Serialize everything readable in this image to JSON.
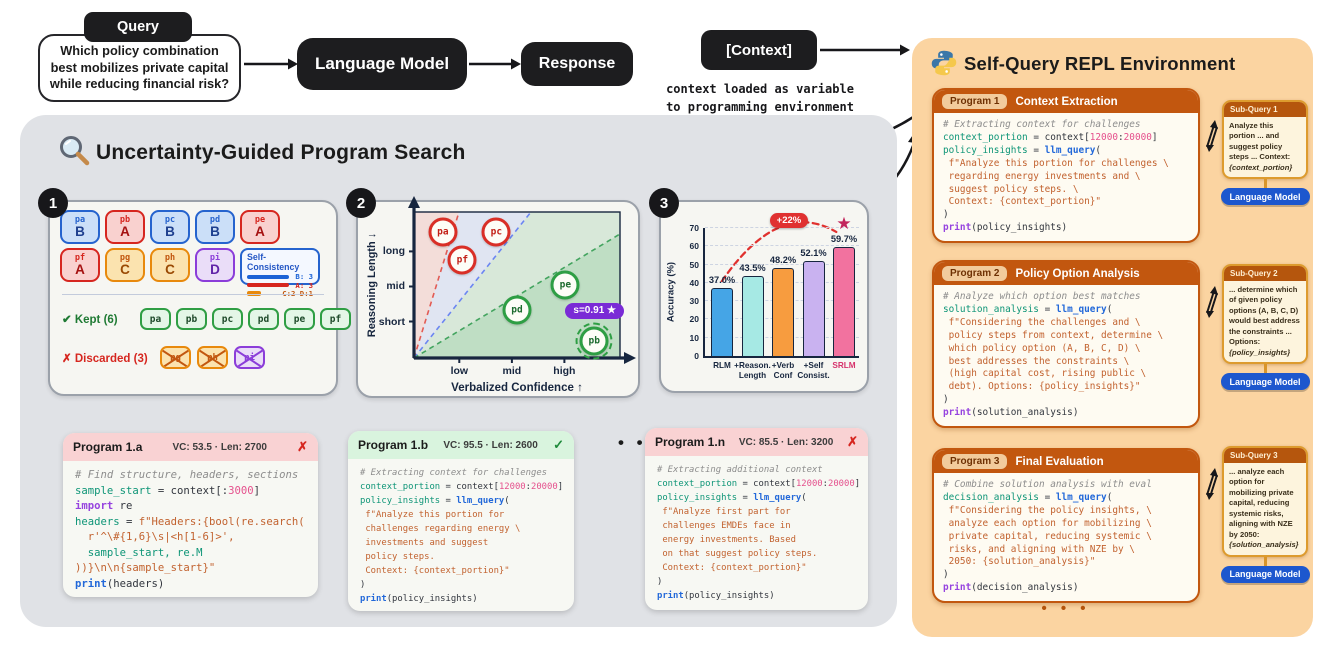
{
  "top": {
    "query_tab": "Query",
    "query_text": "Which policy combination best mobilizes private capital while reducing financial risk?",
    "lm_label": "Language Model",
    "response_label": "Response",
    "context_label": "[Context]",
    "caption1": "context loaded as variable",
    "caption2": "to programming environment"
  },
  "search": {
    "title": "Uncertainty-Guided Program Search",
    "ellipsis": "• • •",
    "step1": {
      "num": "1",
      "row1": [
        {
          "id": "pa",
          "letter": "B",
          "color": "blue"
        },
        {
          "id": "pb",
          "letter": "A",
          "color": "red"
        },
        {
          "id": "pc",
          "letter": "B",
          "color": "blue"
        },
        {
          "id": "pd",
          "letter": "B",
          "color": "blue"
        },
        {
          "id": "pe",
          "letter": "A",
          "color": "red"
        }
      ],
      "row2": [
        {
          "id": "pf",
          "letter": "A",
          "color": "red"
        },
        {
          "id": "pg",
          "letter": "C",
          "color": "orange"
        },
        {
          "id": "ph",
          "letter": "C",
          "color": "orange"
        },
        {
          "id": "pi",
          "letter": "D",
          "color": "purple"
        }
      ],
      "sc": {
        "title": "Self-Consistency",
        "rows": [
          {
            "label": "B: 3",
            "color": "#1C63D6",
            "label_color": "#1C63D6",
            "w": 42
          },
          {
            "label": "A: 3",
            "color": "#D6261F",
            "label_color": "#D6261F",
            "w": 42
          },
          {
            "label": "C:2 D:1",
            "color": "#E8890C",
            "label_color": "#C2570F",
            "w": 14
          }
        ]
      },
      "kept_label": "✔ Kept (6)",
      "kept_ids": [
        "pa",
        "pb",
        "pc",
        "pd",
        "pe",
        "pf"
      ],
      "discarded_label": "✗ Discarded (3)",
      "discarded": [
        {
          "id": "pg",
          "color": "orange"
        },
        {
          "id": "ph",
          "color": "orange"
        },
        {
          "id": "pi",
          "color": "purple"
        }
      ]
    },
    "step2": {
      "num": "2",
      "ylabel": "Reasoning Length ↓",
      "xlabel": "Verbalized Confidence ↑",
      "score_badge": "s=0.91 ★",
      "yticks": [
        {
          "label": "long",
          "f": 0.73
        },
        {
          "label": "mid",
          "f": 0.49
        },
        {
          "label": "short",
          "f": 0.25
        }
      ],
      "xticks": [
        {
          "label": "low",
          "f": 0.22
        },
        {
          "label": "mid",
          "f": 0.475
        },
        {
          "label": "high",
          "f": 0.73
        }
      ],
      "points": [
        {
          "id": "pa",
          "kind": "red",
          "fx": 0.14,
          "fy": 0.86
        },
        {
          "id": "pc",
          "kind": "red",
          "fx": 0.4,
          "fy": 0.86
        },
        {
          "id": "pf",
          "kind": "red",
          "fx": 0.235,
          "fy": 0.67
        },
        {
          "id": "pe",
          "kind": "green",
          "fx": 0.735,
          "fy": 0.5
        },
        {
          "id": "pd",
          "kind": "green",
          "fx": 0.5,
          "fy": 0.33
        },
        {
          "id": "pb",
          "kind": "green",
          "ringed": true,
          "fx": 0.875,
          "fy": 0.115
        }
      ]
    },
    "step3": {
      "num": "3",
      "ylabel": "Accuracy (%)",
      "gain_badge": "+22%",
      "star": "★",
      "yticks": [
        0,
        10,
        20,
        30,
        40,
        50,
        60,
        70
      ],
      "ylim": [
        0,
        70
      ],
      "chart_type": "bar",
      "bars": [
        {
          "lines": [
            "RLM"
          ],
          "value": 37.0,
          "label": "37.0%",
          "color": "#45A5E6",
          "cat_color": "#17263F"
        },
        {
          "lines": [
            "+Reason.",
            "Length"
          ],
          "value": 43.5,
          "label": "43.5%",
          "color": "#A6E9E4",
          "cat_color": "#17263F"
        },
        {
          "lines": [
            "+Verb",
            "Conf"
          ],
          "value": 48.2,
          "label": "48.2%",
          "color": "#F79C3F",
          "cat_color": "#17263F"
        },
        {
          "lines": [
            "+Self",
            "Consist."
          ],
          "value": 52.1,
          "label": "52.1%",
          "color": "#C9B2F0",
          "cat_color": "#17263F"
        },
        {
          "lines": [
            "SRLM"
          ],
          "value": 59.7,
          "label": "59.7%",
          "color": "#F2729F",
          "cat_color": "#D6336C"
        }
      ]
    },
    "programs": [
      {
        "title": "Program 1.a",
        "meta": "VC: 53.5 · Len: 2700",
        "status": "✗",
        "code": [
          [
            [
              "c",
              "# Find structure, headers, sections"
            ]
          ],
          [
            [
              "v",
              "sample_start"
            ],
            [
              "k",
              " = context[:"
            ],
            [
              "n",
              "3000"
            ],
            [
              "k",
              "]"
            ]
          ],
          [
            [
              "kw",
              "import"
            ],
            [
              "k",
              " re"
            ]
          ],
          [
            [
              "v",
              "headers"
            ],
            [
              "k",
              " = "
            ],
            [
              "s",
              "f\"Headers:{bool(re.search("
            ]
          ],
          [
            [
              "s",
              "  r'^\\#{1,6}\\s|<h[1-6]>',"
            ]
          ],
          [
            [
              "v",
              "  sample_start, re.M"
            ]
          ],
          [
            [
              "s",
              "))}\\n\\n{sample_start}\""
            ]
          ],
          [
            [
              "fn",
              "print"
            ],
            [
              "k",
              "(headers)"
            ]
          ]
        ]
      },
      {
        "title": "Program 1.b",
        "meta": "VC: 95.5 · Len: 2600",
        "status": "✓",
        "code": [
          [
            [
              "c",
              "# Extracting context for challenges"
            ]
          ],
          [
            [
              "v",
              "context_portion"
            ],
            [
              "k",
              " = context["
            ],
            [
              "n",
              "12000"
            ],
            [
              "k",
              ":"
            ],
            [
              "n",
              "20000"
            ],
            [
              "k",
              "]"
            ]
          ],
          [
            [
              "v",
              "policy_insights"
            ],
            [
              "k",
              " = "
            ],
            [
              "fn",
              "llm_query"
            ],
            [
              "k",
              "("
            ]
          ],
          [
            [
              "s",
              " f\"Analyze this portion for"
            ]
          ],
          [
            [
              "s",
              " challenges regarding energy \\"
            ]
          ],
          [
            [
              "s",
              " investments and suggest"
            ]
          ],
          [
            [
              "s",
              " policy steps."
            ]
          ],
          [
            [
              "s",
              " Context: {context_portion}\""
            ]
          ],
          [
            [
              "k",
              ")"
            ]
          ],
          [
            [
              "fn",
              "print"
            ],
            [
              "k",
              "(policy_insights)"
            ]
          ]
        ]
      },
      {
        "title": "Program 1.n",
        "meta": "VC: 85.5 · Len: 3200",
        "status": "✗",
        "code": [
          [
            [
              "c",
              "# Extracting additional context"
            ]
          ],
          [
            [
              "v",
              "context_portion"
            ],
            [
              "k",
              " = context["
            ],
            [
              "n",
              "12000"
            ],
            [
              "k",
              ":"
            ],
            [
              "n",
              "20000"
            ],
            [
              "k",
              "]"
            ]
          ],
          [
            [
              "v",
              "policy_insights"
            ],
            [
              "k",
              " = "
            ],
            [
              "fn",
              "llm_query"
            ],
            [
              "k",
              "("
            ]
          ],
          [
            [
              "s",
              " f\"Analyze first part for"
            ]
          ],
          [
            [
              "s",
              " challenges EMDEs face in"
            ]
          ],
          [
            [
              "s",
              " energy investments. Based"
            ]
          ],
          [
            [
              "s",
              " on that suggest policy steps."
            ]
          ],
          [
            [
              "s",
              " Context: {context_portion}\""
            ]
          ],
          [
            [
              "k",
              ")"
            ]
          ],
          [
            [
              "fn",
              "print"
            ],
            [
              "k",
              "(policy_insights)"
            ]
          ]
        ]
      }
    ]
  },
  "repl": {
    "title": "Self-Query REPL Environment",
    "ellipsis": "• • •",
    "programs": [
      {
        "badge": "Program 1",
        "title": "Context Extraction",
        "code": [
          [
            [
              "c",
              "# Extracting context for challenges"
            ]
          ],
          [
            [
              "v",
              "context_portion"
            ],
            [
              "k",
              " = context["
            ],
            [
              "n",
              "12000"
            ],
            [
              "k",
              ":"
            ],
            [
              "n",
              "20000"
            ],
            [
              "k",
              "]"
            ]
          ],
          [
            [
              "v",
              "policy_insights"
            ],
            [
              "k",
              " = "
            ],
            [
              "fn",
              "llm_query"
            ],
            [
              "k",
              "("
            ]
          ],
          [
            [
              "s",
              " f\"Analyze this portion for challenges \\"
            ]
          ],
          [
            [
              "s",
              " regarding energy investments and \\"
            ]
          ],
          [
            [
              "s",
              " suggest policy steps. \\"
            ]
          ],
          [
            [
              "s",
              " Context: {context_portion}\""
            ]
          ],
          [
            [
              "k",
              ")"
            ]
          ],
          [
            [
              "kw",
              "print"
            ],
            [
              "k",
              "(policy_insights)"
            ]
          ]
        ]
      },
      {
        "badge": "Program 2",
        "title": "Policy Option Analysis",
        "code": [
          [
            [
              "c",
              "# Analyze which option best matches"
            ]
          ],
          [
            [
              "v",
              "solution_analysis"
            ],
            [
              "k",
              " = "
            ],
            [
              "fn",
              "llm_query"
            ],
            [
              "k",
              "("
            ]
          ],
          [
            [
              "s",
              " f\"Considering the challenges and \\"
            ]
          ],
          [
            [
              "s",
              " policy steps from context, determine \\"
            ]
          ],
          [
            [
              "s",
              " which policy option (A, B, C, D) \\"
            ]
          ],
          [
            [
              "s",
              " best addresses the constraints \\"
            ]
          ],
          [
            [
              "s",
              " (high capital cost, rising public \\"
            ]
          ],
          [
            [
              "s",
              " debt). Options: {policy_insights}\""
            ]
          ],
          [
            [
              "k",
              ")"
            ]
          ],
          [
            [
              "kw",
              "print"
            ],
            [
              "k",
              "(solution_analysis)"
            ]
          ]
        ]
      },
      {
        "badge": "Program 3",
        "title": "Final Evaluation",
        "code": [
          [
            [
              "c",
              "# Combine solution analysis with eval"
            ]
          ],
          [
            [
              "v",
              "decision_analysis"
            ],
            [
              "k",
              " = "
            ],
            [
              "fn",
              "llm_query"
            ],
            [
              "k",
              "("
            ]
          ],
          [
            [
              "s",
              " f\"Considering the policy insights, \\"
            ]
          ],
          [
            [
              "s",
              " analyze each option for mobilizing \\"
            ]
          ],
          [
            [
              "s",
              " private capital, reducing systemic \\"
            ]
          ],
          [
            [
              "s",
              " risks, and aligning with NZE by \\"
            ]
          ],
          [
            [
              "s",
              " 2050: {solution_analysis}\""
            ]
          ],
          [
            [
              "k",
              ")"
            ]
          ],
          [
            [
              "kw",
              "print"
            ],
            [
              "k",
              "(decision_analysis)"
            ]
          ]
        ]
      }
    ],
    "subqueries": [
      {
        "title": "Sub-Query 1",
        "body": "Analyze this portion ... and suggest policy steps ... Context: ",
        "var": "{context_portion}",
        "lm": "Language Model"
      },
      {
        "title": "Sub-Query 2",
        "body": "... determine which of given policy options (A, B, C, D) would best address the constraints ... Options: ",
        "var": "{policy_insights}",
        "lm": "Language Model"
      },
      {
        "title": "Sub-Query 3",
        "body": "... analyze each option for mobilizing private capital, reducing systemic risks, aligning with NZE by 2050: ",
        "var": "{solution_analysis}",
        "lm": "Language Model"
      }
    ]
  }
}
